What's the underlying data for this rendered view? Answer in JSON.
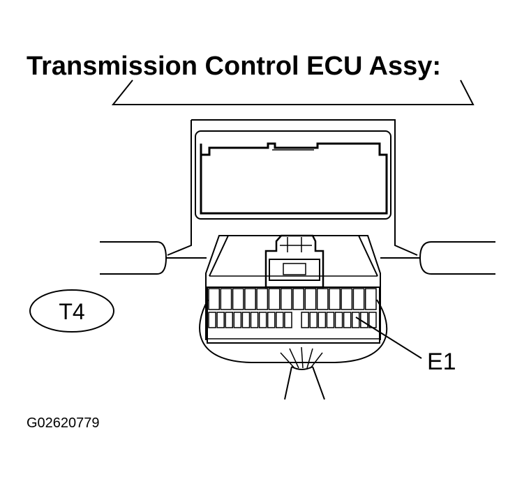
{
  "title": "Transmission Control ECU Assy:",
  "connector_label": "T4",
  "terminal_label": "E1",
  "figure_id": "G02620779",
  "colors": {
    "ink": "#000000",
    "paper": "#ffffff"
  }
}
